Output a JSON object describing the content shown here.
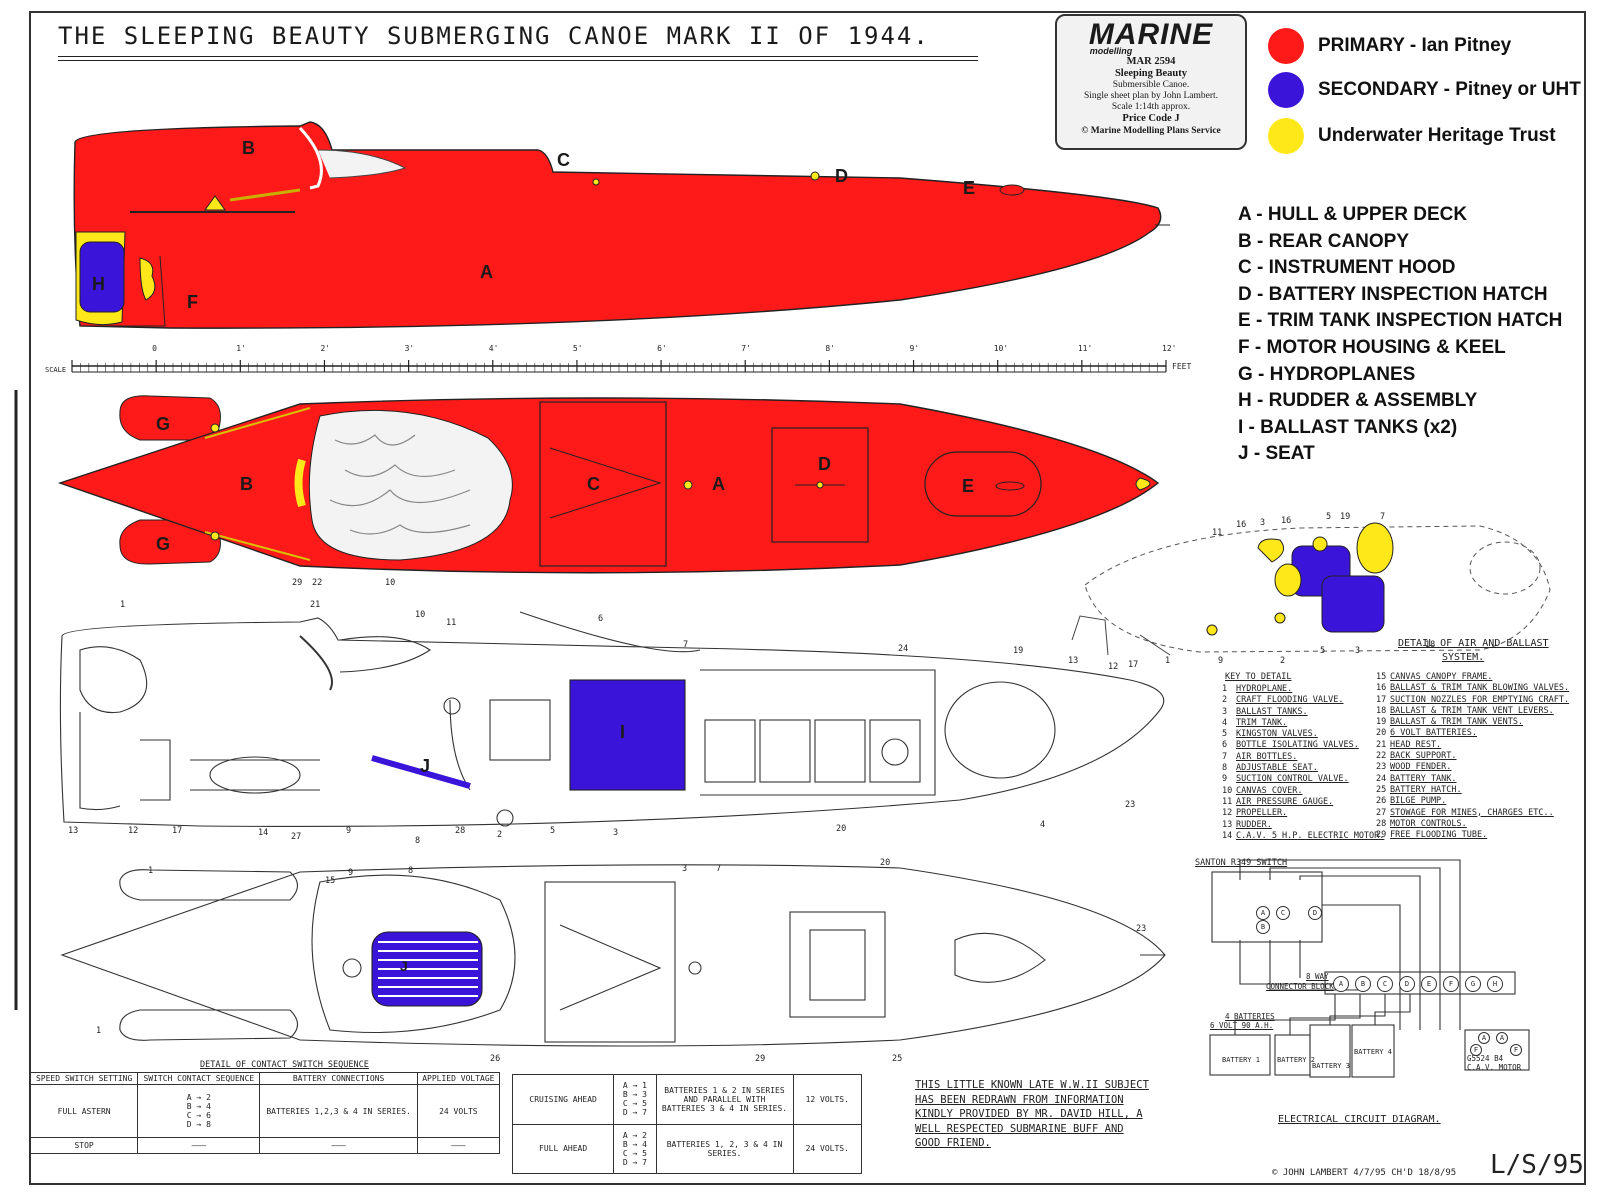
{
  "title": "THE SLEEPING BEAUTY SUBMERGING CANOE MARK II OF 1944.",
  "plan_label": {
    "brand": "MARINE",
    "brand_sub": "modelling",
    "code": "MAR 2594",
    "name": "Sleeping Beauty",
    "desc": "Submersible Canoe.",
    "plan_by": "Single sheet plan by John Lambert.",
    "scale": "Scale 1:14th approx.",
    "price": "Price Code J",
    "copyright": "© Marine Modelling Plans Service"
  },
  "legend": [
    {
      "label": "PRIMARY - Ian Pitney",
      "color": "#ff1a1a"
    },
    {
      "label": "SECONDARY - Pitney or UHT",
      "color": "#3a14d9"
    },
    {
      "label": "Underwater Heritage Trust",
      "color": "#ffe81a"
    }
  ],
  "parts": [
    "A - HULL & UPPER DECK",
    "B - REAR CANOPY",
    "C - INSTRUMENT HOOD",
    "D - BATTERY INSPECTION HATCH",
    "E - TRIM TANK INSPECTION HATCH",
    "F - MOTOR HOUSING & KEEL",
    "G - HYDROPLANES",
    "H - RUDDER & ASSEMBLY",
    "I - BALLAST TANKS (x2)",
    "J - SEAT"
  ],
  "part_letters": {
    "a": "A",
    "b": "B",
    "c": "C",
    "d": "D",
    "e": "E",
    "f": "F",
    "g": "G",
    "h": "H",
    "i": "I",
    "j": "J"
  },
  "scale_bar": {
    "left_label": "SCALE",
    "right_label": "FEET",
    "ticks": [
      "0",
      "1'",
      "2'",
      "3'",
      "4'",
      "5'",
      "6'",
      "7'",
      "8'",
      "9'",
      "10'",
      "11'",
      "12'"
    ]
  },
  "callouts": {
    "n1": "1",
    "n2": "2",
    "n3": "3",
    "n4": "4",
    "n5": "5",
    "n6": "6",
    "n7": "7",
    "n8": "8",
    "n9": "9",
    "n10": "10",
    "n11": "11",
    "n12": "12",
    "n13": "13",
    "n14": "14",
    "n15": "15",
    "n16": "16",
    "n17": "17",
    "n18": "18",
    "n19": "19",
    "n20": "20",
    "n21": "21",
    "n22": "22",
    "n23": "23",
    "n24": "24",
    "n25": "25",
    "n26": "26",
    "n27": "27",
    "n28": "28",
    "n29": "29"
  },
  "air_ballast_title": [
    "DETAIL OF AIR AND BALLAST",
    "SYSTEM."
  ],
  "key_title": "KEY TO DETAIL",
  "key": [
    {
      "n": "1",
      "t": "HYDROPLANE."
    },
    {
      "n": "2",
      "t": "CRAFT FLOODING VALVE."
    },
    {
      "n": "3",
      "t": "BALLAST TANKS."
    },
    {
      "n": "4",
      "t": "TRIM TANK."
    },
    {
      "n": "5",
      "t": "KINGSTON VALVES."
    },
    {
      "n": "6",
      "t": "BOTTLE ISOLATING VALVES."
    },
    {
      "n": "7",
      "t": "AIR BOTTLES."
    },
    {
      "n": "8",
      "t": "ADJUSTABLE SEAT."
    },
    {
      "n": "9",
      "t": "SUCTION CONTROL VALVE."
    },
    {
      "n": "10",
      "t": "CANVAS COVER."
    },
    {
      "n": "11",
      "t": "AIR PRESSURE GAUGE."
    },
    {
      "n": "12",
      "t": "PROPELLER."
    },
    {
      "n": "13",
      "t": "RUDDER."
    },
    {
      "n": "14",
      "t": "C.A.V. 5 H.P. ELECTRIC MOTOR."
    },
    {
      "n": "15",
      "t": "CANVAS CANOPY FRAME."
    },
    {
      "n": "16",
      "t": "BALLAST & TRIM TANK BLOWING VALVES."
    },
    {
      "n": "17",
      "t": "SUCTION NOZZLES FOR EMPTYING CRAFT."
    },
    {
      "n": "18",
      "t": "BALLAST & TRIM TANK VENT LEVERS."
    },
    {
      "n": "19",
      "t": "BALLAST & TRIM TANK VENTS."
    },
    {
      "n": "20",
      "t": "6 VOLT BATTERIES."
    },
    {
      "n": "21",
      "t": "HEAD REST."
    },
    {
      "n": "22",
      "t": "BACK SUPPORT."
    },
    {
      "n": "23",
      "t": "WOOD FENDER."
    },
    {
      "n": "24",
      "t": "BATTERY TANK."
    },
    {
      "n": "25",
      "t": "BATTERY HATCH."
    },
    {
      "n": "26",
      "t": "BILGE PUMP."
    },
    {
      "n": "27",
      "t": "STOWAGE FOR MINES, CHARGES ETC.."
    },
    {
      "n": "28",
      "t": "MOTOR CONTROLS."
    },
    {
      "n": "29",
      "t": "FREE FLOODING TUBE."
    }
  ],
  "circuit": {
    "switch_label": "SANTON R349 SWITCH",
    "connector_label": [
      "8 WAY",
      "CONNECTOR BLOCK"
    ],
    "letters": [
      "A",
      "B",
      "C",
      "D",
      "E",
      "F",
      "G",
      "H"
    ],
    "batteries_label": [
      "4 BATTERIES",
      "6 VOLT 90 A.H."
    ],
    "battery_names": [
      "BATTERY 1",
      "BATTERY 2",
      "BATTERY 3",
      "BATTERY 4"
    ],
    "bat_nums": [
      "1",
      "2",
      "3",
      "4"
    ],
    "motor_label": [
      "G5524 B4",
      "C.A.V. MOTOR"
    ],
    "motor_f": "F",
    "title": "ELECTRICAL CIRCUIT DIAGRAM."
  },
  "switch_table": {
    "title": "DETAIL OF CONTACT SWITCH SEQUENCE",
    "headers": [
      "SPEED SWITCH SETTING",
      "SWITCH CONTACT SEQUENCE",
      "BATTERY CONNECTIONS",
      "APPLIED VOLTAGE"
    ],
    "row1": {
      "setting": "FULL ASTERN",
      "seq": [
        "A → 2",
        "B → 4",
        "C → 6",
        "D → 8"
      ],
      "conn": "BATTERIES 1,2,3 & 4 IN SERIES.",
      "volt": "24 VOLTS"
    },
    "row2": {
      "setting": "STOP",
      "seq": "———",
      "conn": "———",
      "volt": "———"
    }
  },
  "switch_table2": {
    "row1": {
      "setting": "CRUISING AHEAD",
      "seq": [
        "A → 1",
        "B → 3",
        "C → 5",
        "D → 7"
      ],
      "conn": "BATTERIES 1 & 2 IN SERIES AND PARALLEL WITH BATTERIES 3 & 4 IN SERIES.",
      "volt": "12 VOLTS."
    },
    "row2": {
      "setting": "FULL AHEAD",
      "seq": [
        "A → 2",
        "B → 4",
        "C → 5",
        "D → 7"
      ],
      "conn": "BATTERIES 1, 2, 3 & 4 IN SERIES.",
      "volt": "24 VOLTS."
    }
  },
  "note": [
    "THIS LITTLE KNOWN LATE W.W.II SUBJECT",
    "HAS BEEN REDRAWN FROM INFORMATION",
    "KINDLY PROVIDED BY MR. DAVID HILL, A",
    "WELL RESPECTED SUBMARINE BUFF AND",
    "GOOD FRIEND."
  ],
  "credit": "© JOHN LAMBERT 4/7/95 CH'D 18/8/95",
  "sheet_code": "L/S/95"
}
